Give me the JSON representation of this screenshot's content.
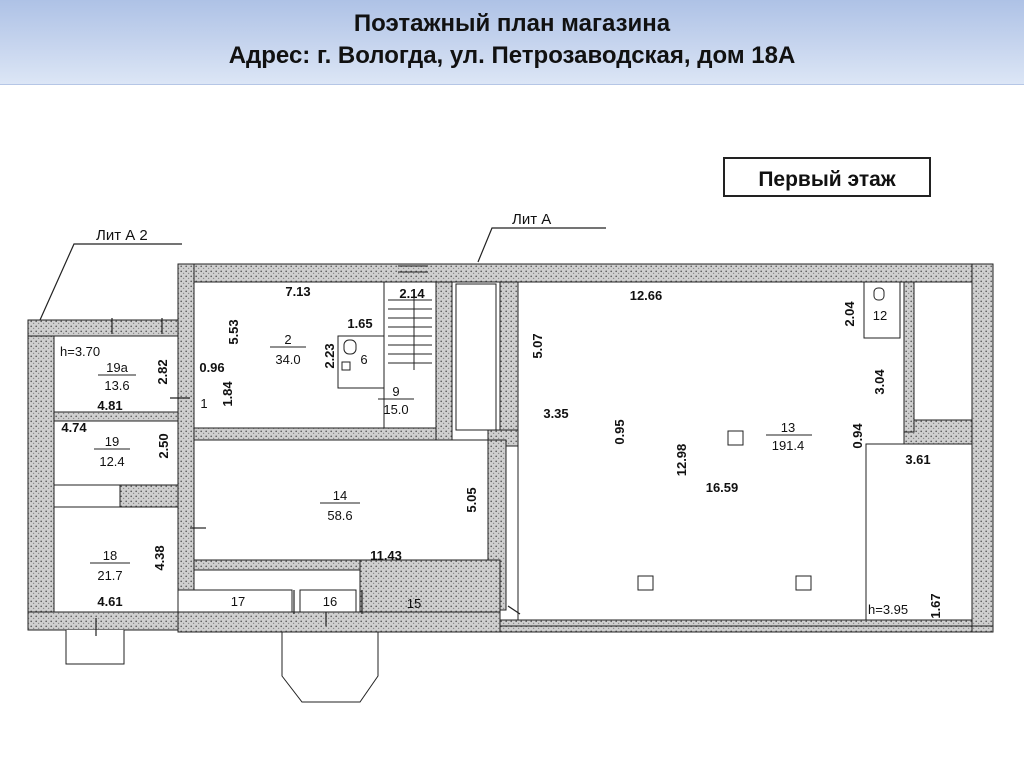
{
  "header": {
    "line1": "Поэтажный план магазина",
    "line2": "Адрес: г. Вологда, ул. Петрозаводская, дом 18А"
  },
  "plan": {
    "floor_label": "Первый этаж",
    "lit_a2": "Лит А 2",
    "lit_a": "Лит А",
    "height_left": "h=3.70",
    "height_right": "h=3.95",
    "rooms": {
      "r19a": {
        "num": "19а",
        "area": "13.6"
      },
      "r19": {
        "num": "19",
        "area": "12.4"
      },
      "r18": {
        "num": "18",
        "area": "21.7"
      },
      "r2": {
        "num": "2",
        "area": "34.0"
      },
      "r9": {
        "num": "9",
        "area": "15.0"
      },
      "r6": {
        "num": "6"
      },
      "r1": {
        "num": "1"
      },
      "r14": {
        "num": "14",
        "area": "58.6"
      },
      "r13": {
        "num": "13",
        "area": "191.4"
      },
      "r12": {
        "num": "12"
      },
      "r17": {
        "num": "17"
      },
      "r16": {
        "num": "16"
      },
      "r15": {
        "num": "15"
      }
    },
    "dims": {
      "d713": "7.13",
      "d214": "2.14",
      "d553": "5.53",
      "d165": "1.65",
      "d223": "2.23",
      "d096": "0.96",
      "d184": "1.84",
      "d282": "2.82",
      "d481": "4.81",
      "d474": "4.74",
      "d250": "2.50",
      "d438": "4.38",
      "d461": "4.61",
      "d505": "5.05",
      "d1143": "11.43",
      "d507": "5.07",
      "d335": "3.35",
      "d095": "0.95",
      "d1266": "12.66",
      "d204": "2.04",
      "d304": "3.04",
      "d094": "0.94",
      "d361": "3.61",
      "d1298": "12.98",
      "d1659": "16.59",
      "d167": "1.67"
    }
  }
}
